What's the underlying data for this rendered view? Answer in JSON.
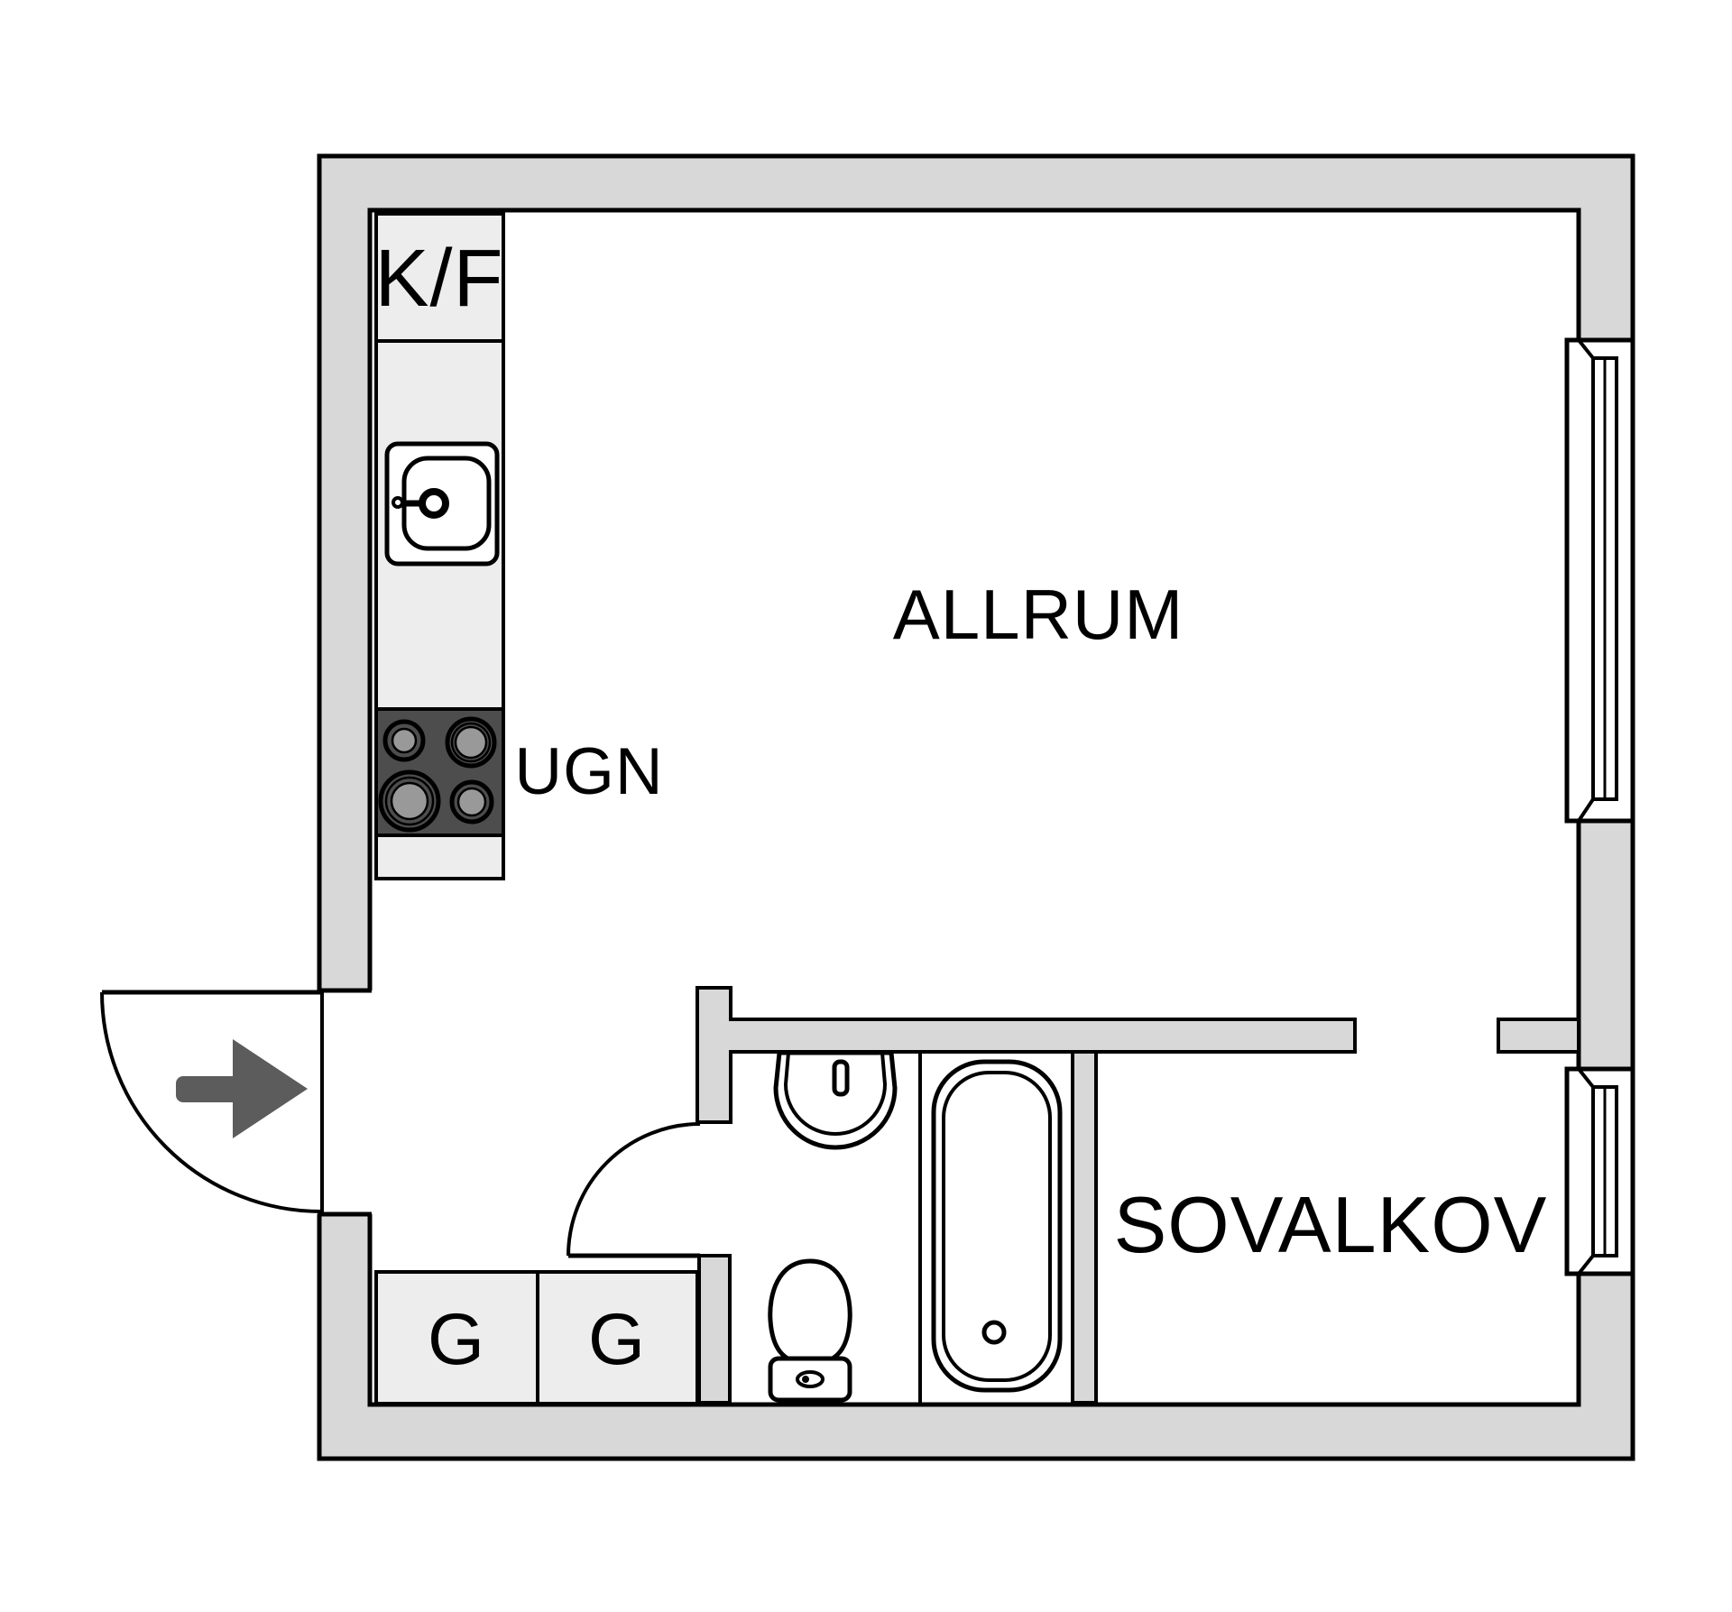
{
  "plan": {
    "labels": {
      "fridge_freezer": "K/F",
      "oven": "UGN",
      "living_room": "ALLRUM",
      "sleeping_alcove": "SOVALKOV",
      "wardrobe_left": "G",
      "wardrobe_right": "G"
    },
    "colors": {
      "wall_fill": "#d8d8d8",
      "cabinet_fill": "#ededed",
      "stove_fill": "#4d4d4d",
      "burner_fill": "#999999",
      "arrow_fill": "#5c5c5c",
      "line_color": "#000000",
      "bg": "#ffffff"
    }
  }
}
